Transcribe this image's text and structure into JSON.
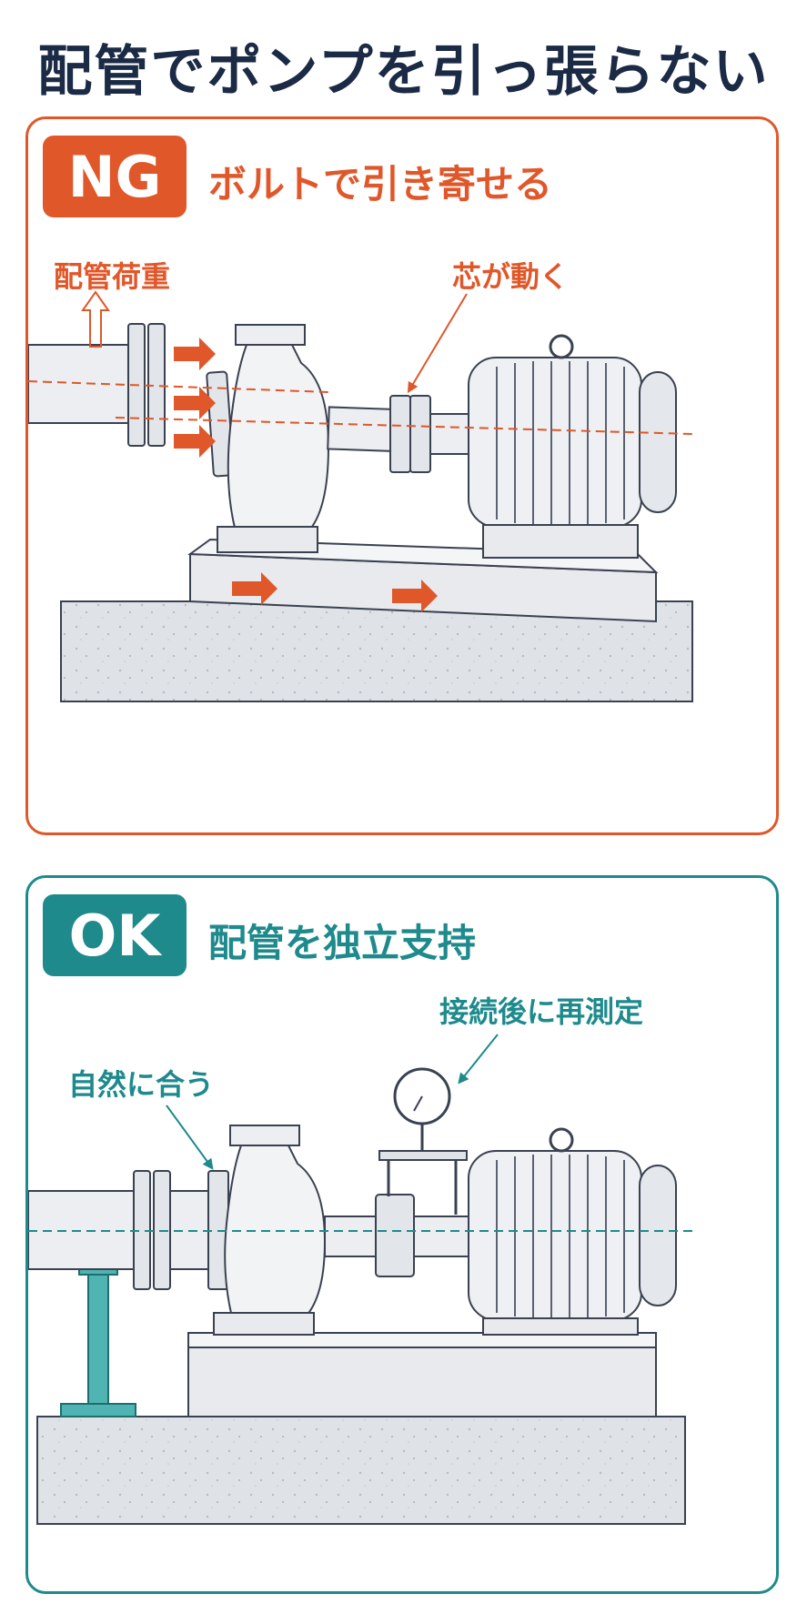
{
  "title": "配管でポンプを引っ張らない",
  "ng": {
    "badge": "NG",
    "heading": "ボルトで引き寄せる",
    "label_pipe_load": "配管荷重",
    "label_misalign": "芯が動く",
    "accent": "#e0572a"
  },
  "ok": {
    "badge": "OK",
    "heading": "配管を独立支持",
    "label_fit": "自然に合う",
    "label_measure": "接続後に再測定",
    "accent": "#1e8a8c"
  }
}
